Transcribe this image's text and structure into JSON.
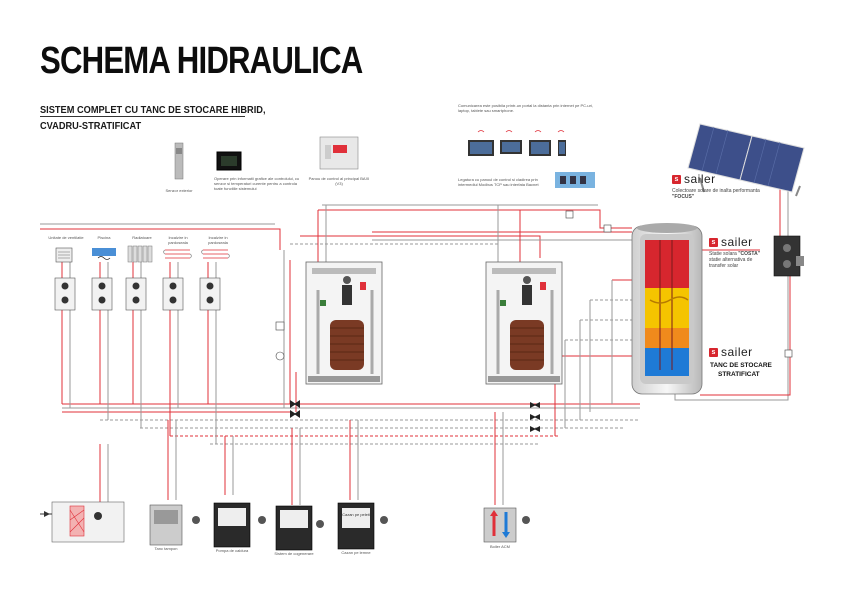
{
  "header": {
    "title": "SCHEMA HIDRAULICA",
    "subtitle_line1": "SISTEM COMPLET CU TANC DE STOCARE HIBRID,",
    "subtitle_line2": "CVADRU-STRATIFICAT"
  },
  "devices": {
    "sensor_label": "Senzor exterior",
    "display_label": "Operare prin informatii grafice ale controlului, cu senzor si temperaturi curente pentru a controla toate functiile sistemului",
    "panel_label": "Panou de control al principal BAXI (V3)",
    "remote_top": "Comunicarea este posibila printr-un portal la distanta prin internet pe PC-uri, laptop, tablete sau smartphone.",
    "remote_bottom": "Legatura cu panoul de control si cladirea prin intermediul Modbus TCP sau interfata Bacnet"
  },
  "consumers": [
    {
      "label": "Unitate de ventilatie"
    },
    {
      "label": "Piscina"
    },
    {
      "label": "Radiatoare"
    },
    {
      "label": "Incalzire in pardoseala"
    },
    {
      "label": "Incalzire in pardoseala"
    }
  ],
  "sailer": {
    "brand": "sailer",
    "collectors": "Colectoare solare de inalta performanta",
    "collectors_model": "\"FOCUS\"",
    "station_line1": "Statie solara",
    "station_model": "\"COSTA\"",
    "station_line2": "statie alternativa de transfer solar",
    "tank_line1": "TANC DE STOCARE",
    "tank_line2": "STRATIFICAT"
  },
  "bottom_units": [
    {
      "label": "Tanc tampon"
    },
    {
      "label": "Pompa de caldura"
    },
    {
      "label": "Sistem de cogenerare"
    },
    {
      "label": "Cazan pe lemne"
    },
    {
      "label": "Cazan pe peleti"
    },
    {
      "label": "Boiler ACM"
    }
  ],
  "colors": {
    "hot": "#e0303a",
    "cold": "#9a9a9a",
    "tank_red": "#d7262e",
    "tank_yellow": "#f5c400",
    "tank_blue": "#1e7ad6",
    "solar_panel": "#3d4f8a"
  }
}
